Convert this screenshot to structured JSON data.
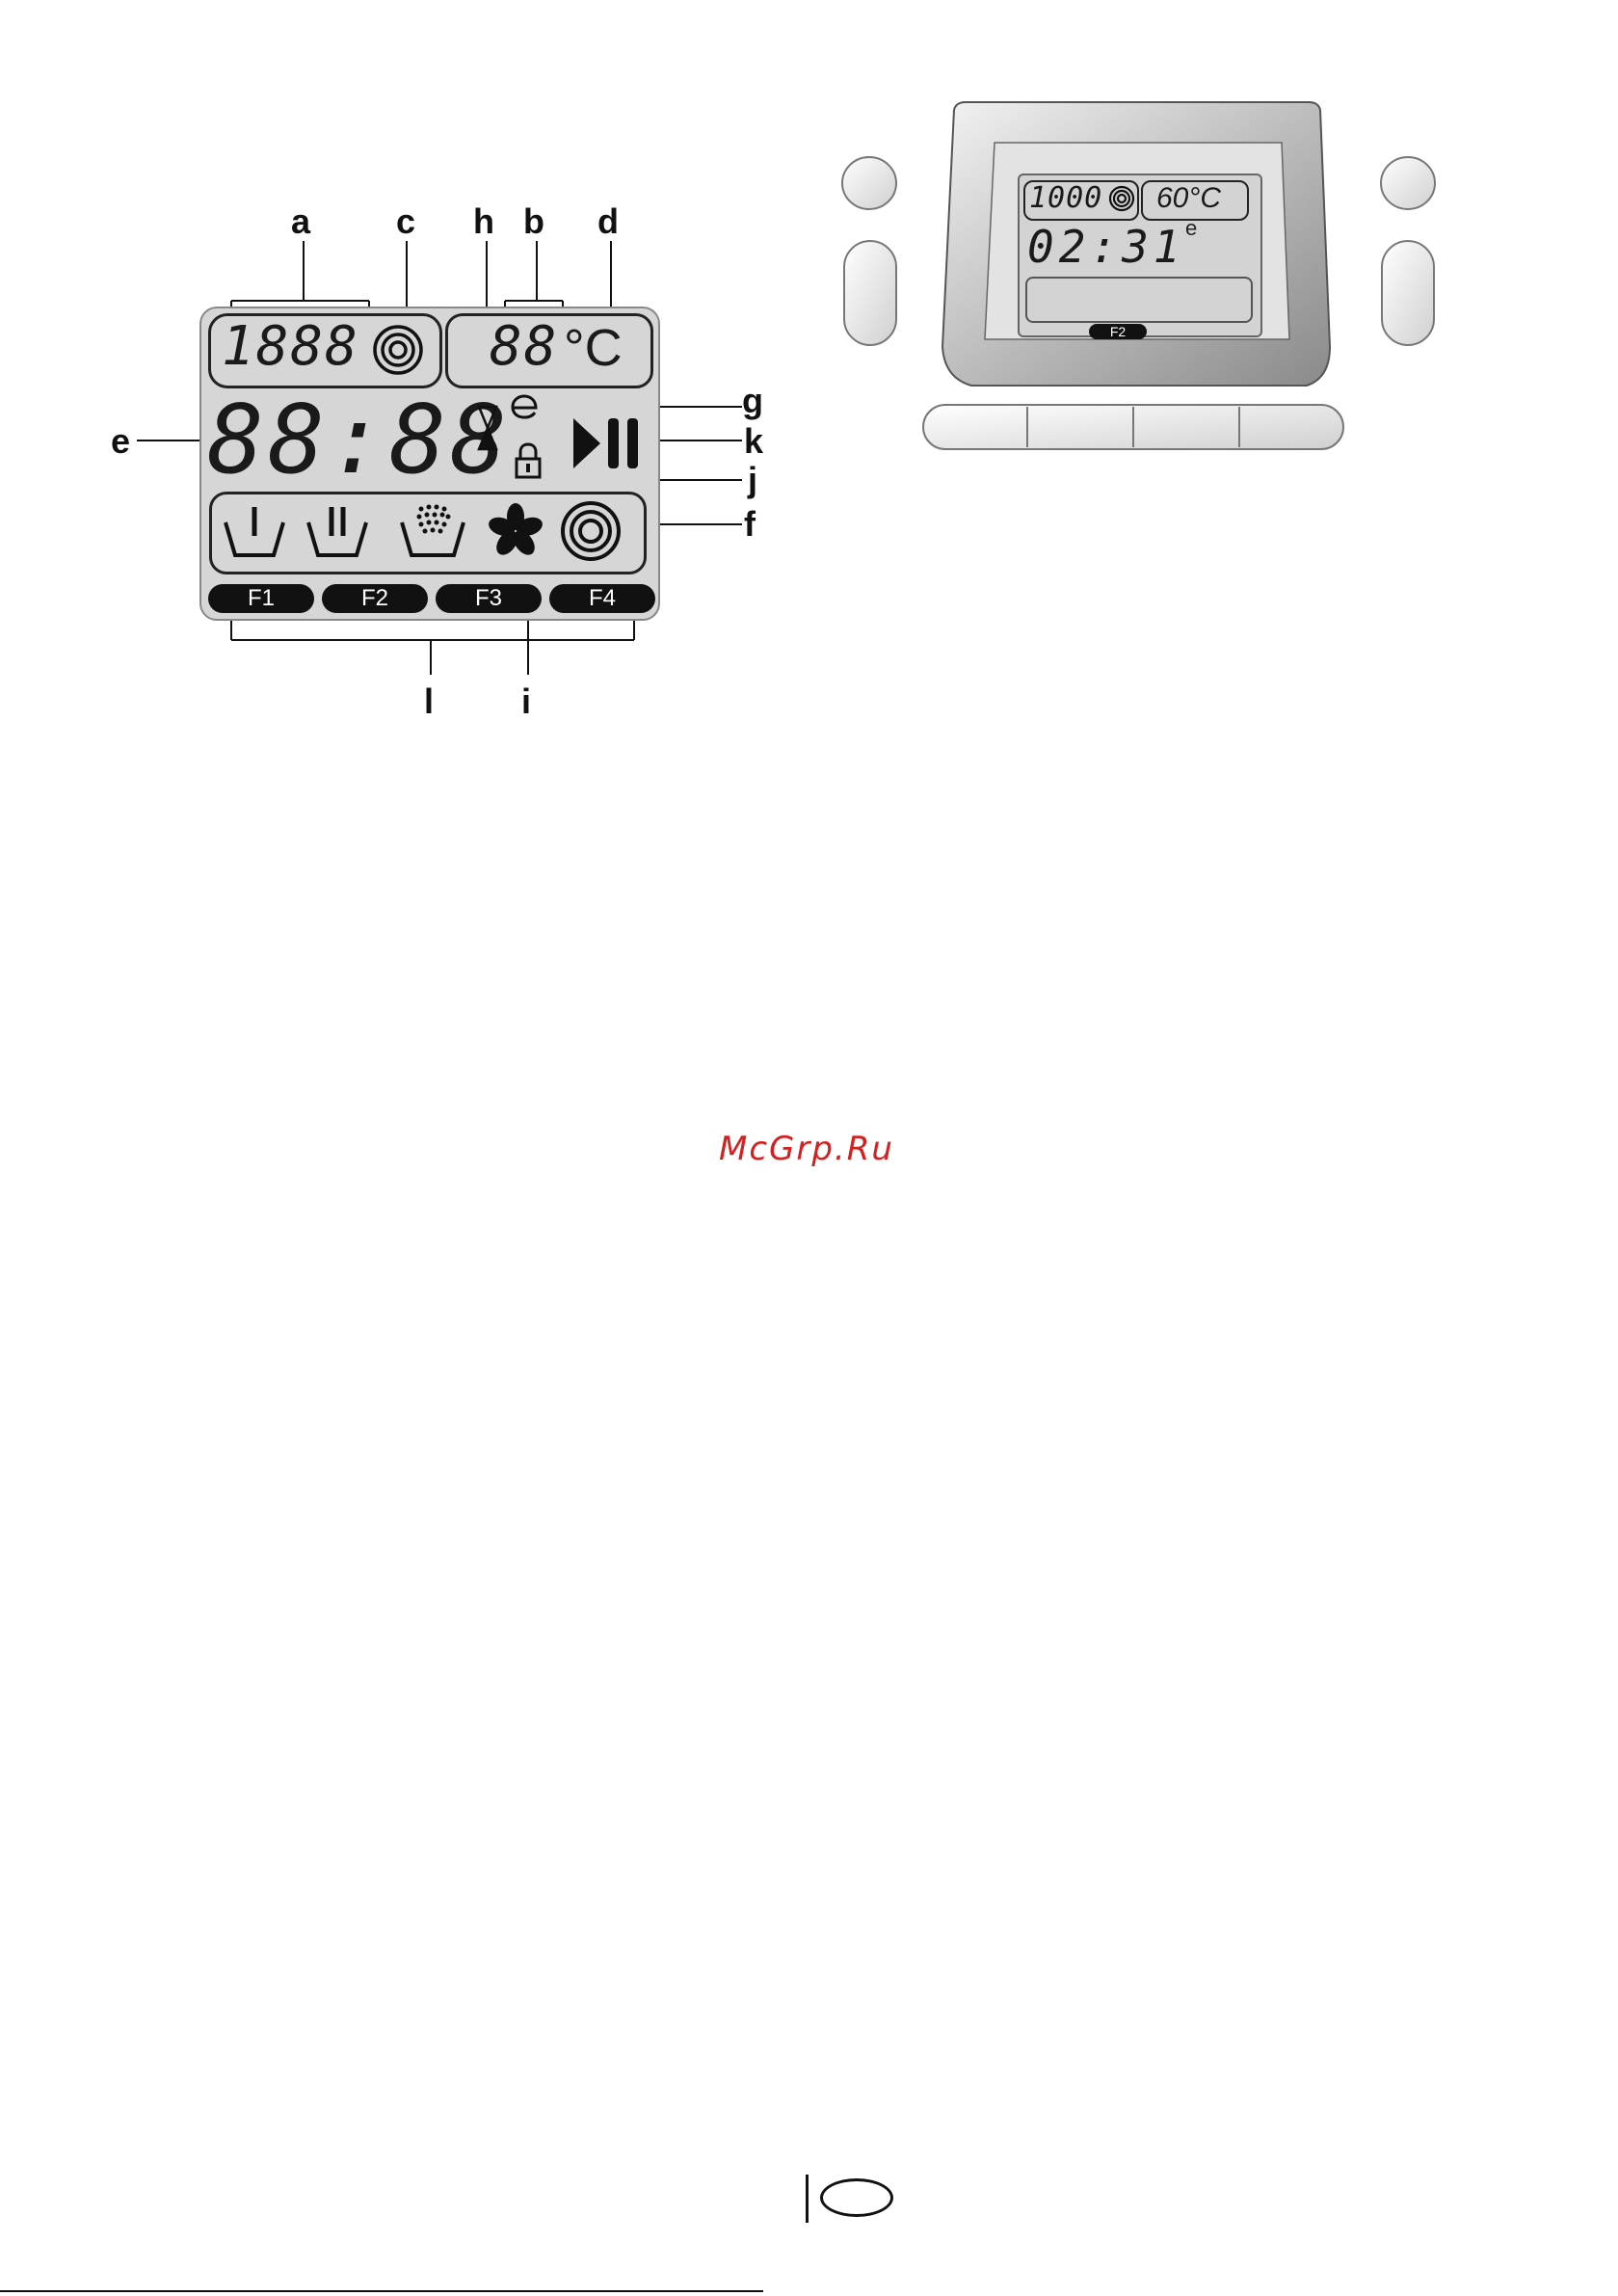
{
  "diagram": {
    "callouts": {
      "a": "a",
      "c": "c",
      "h": "h",
      "b": "b",
      "d": "d",
      "e": "e",
      "g": "g",
      "k": "k",
      "j": "j",
      "f": "f",
      "l": "l",
      "i": "i"
    },
    "spin_digits": "1888",
    "temp_digits": "88",
    "temp_unit": "°C",
    "time_digits": "88:88",
    "function_buttons": [
      "F1",
      "F2",
      "F3",
      "F4"
    ]
  },
  "panel": {
    "spin_value": "1000",
    "temp_value": "60°C",
    "time_value": "02:31",
    "eco_mark": "e",
    "selected_function": "F2"
  },
  "watermark": "McGrp.Ru"
}
